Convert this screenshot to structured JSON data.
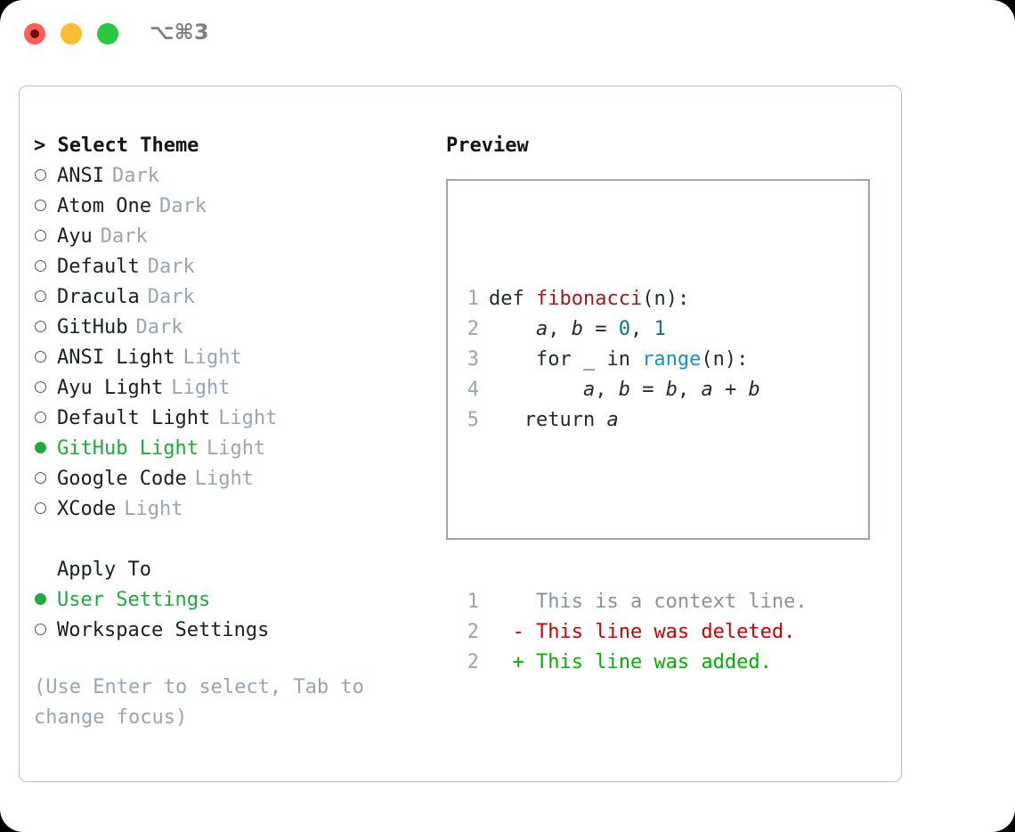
{
  "window": {
    "shortcut": "⌥⌘3",
    "traffic_lights": [
      "close-red",
      "minimize-yellow",
      "maximize-green"
    ]
  },
  "theme_picker": {
    "title": "> Select Theme",
    "options": [
      {
        "label": "ANSI",
        "badge": "Dark",
        "selected": false
      },
      {
        "label": "Atom One",
        "badge": "Dark",
        "selected": false
      },
      {
        "label": "Ayu",
        "badge": "Dark",
        "selected": false
      },
      {
        "label": "Default",
        "badge": "Dark",
        "selected": false
      },
      {
        "label": "Dracula",
        "badge": "Dark",
        "selected": false
      },
      {
        "label": "GitHub",
        "badge": "Dark",
        "selected": false
      },
      {
        "label": "ANSI Light",
        "badge": "Light",
        "selected": false
      },
      {
        "label": "Ayu Light",
        "badge": "Light",
        "selected": false
      },
      {
        "label": "Default Light",
        "badge": "Light",
        "selected": false
      },
      {
        "label": "GitHub Light",
        "badge": "Light",
        "selected": true
      },
      {
        "label": "Google Code",
        "badge": "Light",
        "selected": false
      },
      {
        "label": "XCode",
        "badge": "Light",
        "selected": false
      }
    ]
  },
  "apply_to": {
    "title": "Apply To",
    "options": [
      {
        "label": "User Settings",
        "selected": true
      },
      {
        "label": "Workspace Settings",
        "selected": false
      }
    ]
  },
  "hint": "(Use Enter to select, Tab to change focus)",
  "preview": {
    "title": "Preview",
    "code_lines": [
      {
        "num": "1",
        "segments": [
          {
            "text": "def ",
            "kind": "plain"
          },
          {
            "text": "fibonacci",
            "kind": "fn"
          },
          {
            "text": "(n):",
            "kind": "plain"
          }
        ]
      },
      {
        "num": "2",
        "segments": [
          {
            "text": "    ",
            "kind": "plain"
          },
          {
            "text": "a",
            "kind": "var"
          },
          {
            "text": ", ",
            "kind": "plain"
          },
          {
            "text": "b",
            "kind": "var"
          },
          {
            "text": " = ",
            "kind": "plain"
          },
          {
            "text": "0",
            "kind": "num"
          },
          {
            "text": ", ",
            "kind": "plain"
          },
          {
            "text": "1",
            "kind": "num"
          }
        ]
      },
      {
        "num": "3",
        "segments": [
          {
            "text": "    for _ in ",
            "kind": "plain"
          },
          {
            "text": "range",
            "kind": "call"
          },
          {
            "text": "(n):",
            "kind": "plain"
          }
        ]
      },
      {
        "num": "4",
        "segments": [
          {
            "text": "        ",
            "kind": "plain"
          },
          {
            "text": "a",
            "kind": "var"
          },
          {
            "text": ", ",
            "kind": "plain"
          },
          {
            "text": "b",
            "kind": "var"
          },
          {
            "text": " = ",
            "kind": "plain"
          },
          {
            "text": "b",
            "kind": "var"
          },
          {
            "text": ", ",
            "kind": "plain"
          },
          {
            "text": "a",
            "kind": "var"
          },
          {
            "text": " + ",
            "kind": "plain"
          },
          {
            "text": "b",
            "kind": "var"
          }
        ]
      },
      {
        "num": "5",
        "segments": [
          {
            "text": "   return ",
            "kind": "plain"
          },
          {
            "text": "a",
            "kind": "var"
          }
        ]
      }
    ],
    "diff_lines": [
      {
        "num": "1",
        "marker": " ",
        "text": "This is a context line.",
        "kind": "context"
      },
      {
        "num": "2",
        "marker": "-",
        "text": "This line was deleted.",
        "kind": "deleted"
      },
      {
        "num": "2",
        "marker": "+",
        "text": "This line was added.",
        "kind": "added"
      }
    ]
  },
  "colors": {
    "selected_green": "#1faa3d",
    "badge_gray": "#9aa5b4",
    "border_gray": "#9aa5b4",
    "fn_red": "#a01b1b",
    "num_teal": "#0b7a70",
    "call_blue": "#1a8fd0",
    "diff_added": "#00b200",
    "diff_deleted": "#cc0000",
    "diff_context": "#8a9199"
  }
}
